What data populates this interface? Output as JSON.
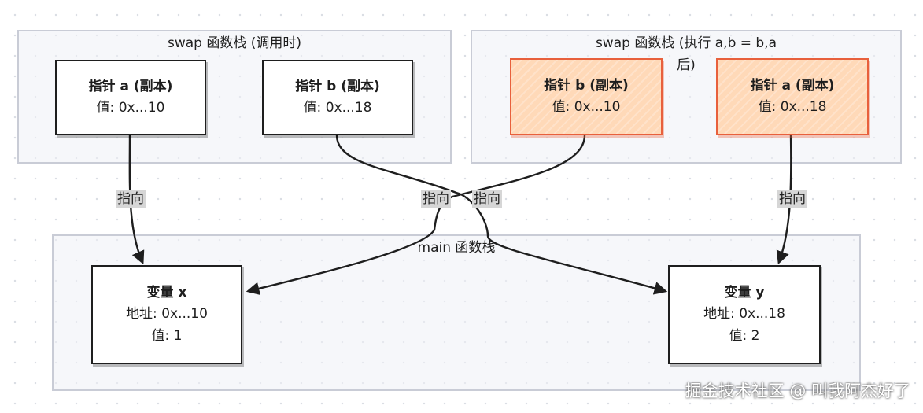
{
  "frames": {
    "swap_left": {
      "title": "swap 函数栈 (调用时)"
    },
    "swap_right": {
      "title_line1": "swap 函数栈 (执行 a,b = b,a",
      "title_line2": "后)"
    },
    "main": {
      "title": "main 函数栈"
    }
  },
  "nodes": {
    "left_a": {
      "title": "指针 a (副本)",
      "value": "值: 0x...10"
    },
    "left_b": {
      "title": "指针 b (副本)",
      "value": "值: 0x...18"
    },
    "right_b": {
      "title": "指针 b (副本)",
      "value": "值: 0x...10"
    },
    "right_a": {
      "title": "指针 a (副本)",
      "value": "值: 0x...18"
    },
    "var_x": {
      "title": "变量 x",
      "address": "地址: 0x...10",
      "value": "值: 1"
    },
    "var_y": {
      "title": "变量 y",
      "address": "地址: 0x...18",
      "value": "值: 2"
    }
  },
  "edges": {
    "label": "指向"
  },
  "colors": {
    "highlight_fill": "#ffd9b8",
    "highlight_stroke": "#e8603c",
    "frame_border": "#c9ccd6"
  },
  "watermark": "掘金技术社区 @ 叫我阿杰好了"
}
